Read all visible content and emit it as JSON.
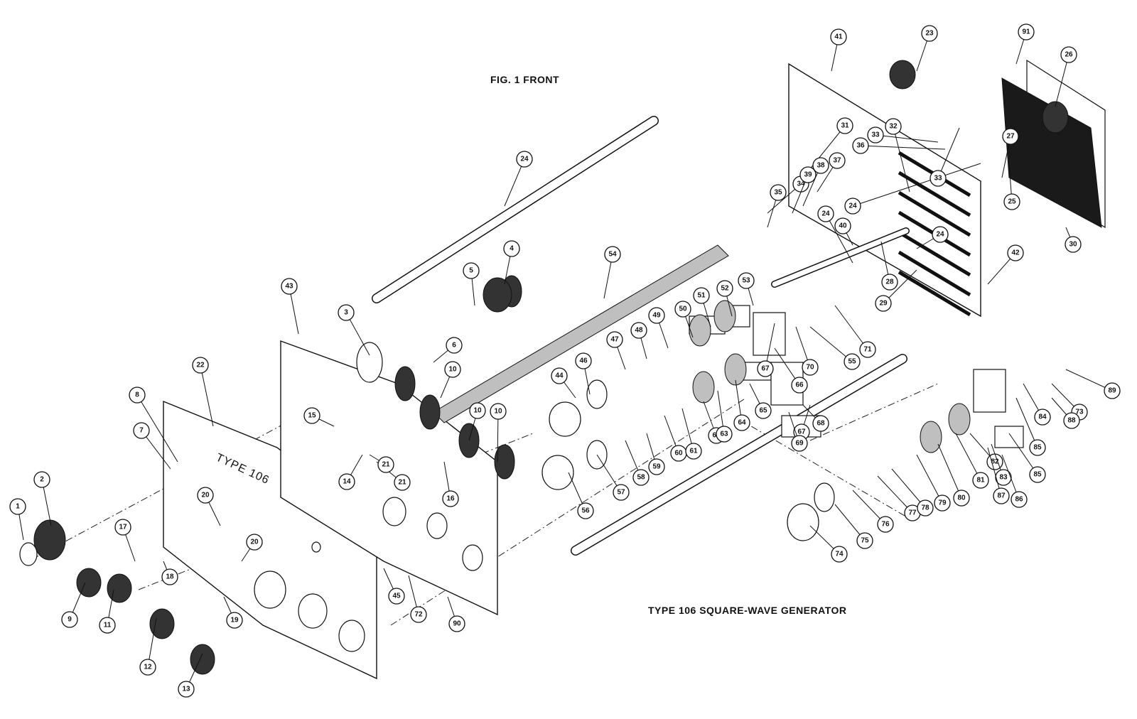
{
  "figure": {
    "title": "FIG. 1  FRONT",
    "caption": "TYPE 106 SQUARE-WAVE GENERATOR",
    "panel_label": "TYPE 106"
  },
  "callouts": [
    "1",
    "2",
    "3",
    "4",
    "5",
    "6",
    "7",
    "8",
    "9",
    "10",
    "10",
    "10",
    "11",
    "12",
    "13",
    "14",
    "15",
    "16",
    "17",
    "18",
    "19",
    "20",
    "20",
    "21",
    "21",
    "22",
    "23",
    "24",
    "24",
    "24",
    "24",
    "25",
    "26",
    "27",
    "28",
    "29",
    "30",
    "31",
    "32",
    "33",
    "33",
    "34",
    "35",
    "36",
    "37",
    "38",
    "39",
    "40",
    "41",
    "42",
    "43",
    "44",
    "45",
    "46",
    "47",
    "48",
    "49",
    "50",
    "51",
    "52",
    "53",
    "54",
    "55",
    "56",
    "57",
    "58",
    "59",
    "60",
    "61",
    "62",
    "63",
    "64",
    "65",
    "66",
    "67",
    "67",
    "68",
    "69",
    "70",
    "71",
    "72",
    "73",
    "74",
    "75",
    "76",
    "77",
    "78",
    "79",
    "80",
    "81",
    "82",
    "83",
    "84",
    "85",
    "85",
    "86",
    "87",
    "88",
    "89",
    "90",
    "91"
  ],
  "icons": {
    "knob": "knob-icon",
    "shaft": "shaft-icon",
    "panel": "panel-icon",
    "switch": "rotary-switch-icon",
    "connector": "connector-icon"
  }
}
